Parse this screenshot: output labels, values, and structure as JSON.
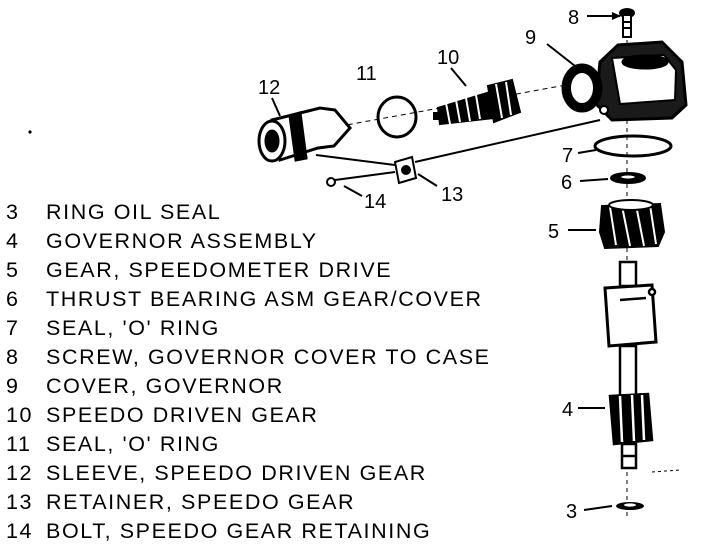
{
  "callouts": {
    "c3": "3",
    "c4": "4",
    "c5": "5",
    "c6": "6",
    "c7": "7",
    "c8": "8",
    "c9": "9",
    "c10": "10",
    "c11": "11",
    "c12": "12",
    "c13": "13",
    "c14": "14"
  },
  "legend": [
    {
      "num": "3",
      "text": "RING OIL SEAL"
    },
    {
      "num": "4",
      "text": "GOVERNOR ASSEMBLY"
    },
    {
      "num": "5",
      "text": "GEAR, SPEEDOMETER DRIVE"
    },
    {
      "num": "6",
      "text": "THRUST BEARING ASM GEAR/COVER"
    },
    {
      "num": "7",
      "text": "SEAL, 'O' RING"
    },
    {
      "num": "8",
      "text": "SCREW, GOVERNOR COVER TO CASE"
    },
    {
      "num": "9",
      "text": "COVER, GOVERNOR"
    },
    {
      "num": "10",
      "text": "SPEEDO DRIVEN GEAR"
    },
    {
      "num": "11",
      "text": "SEAL, 'O' RING"
    },
    {
      "num": "12",
      "text": "SLEEVE, SPEEDO DRIVEN GEAR"
    },
    {
      "num": "13",
      "text": "RETAINER, SPEEDO GEAR"
    },
    {
      "num": "14",
      "text": "BOLT, SPEEDO GEAR RETAINING"
    }
  ]
}
